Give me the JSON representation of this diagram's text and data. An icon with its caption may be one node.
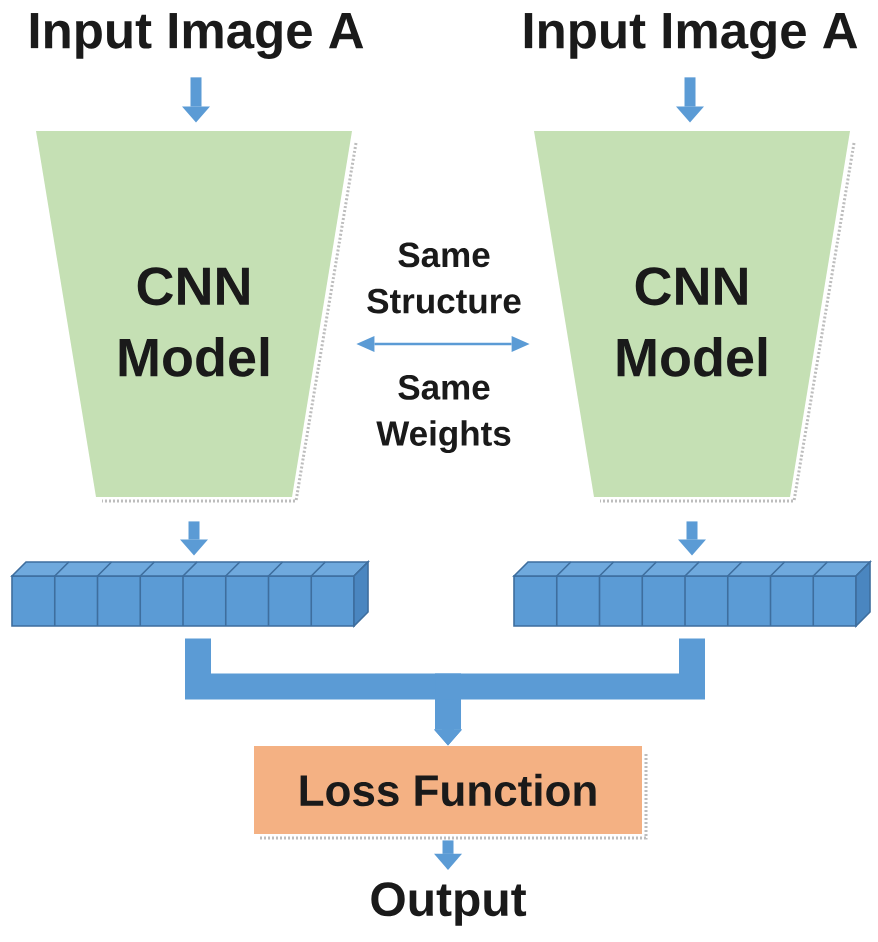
{
  "diagram": {
    "nodes": [
      {
        "text": [
          "Input Image A"
        ]
      },
      {
        "text": [
          "Input Image A"
        ]
      },
      {
        "text": [
          "CNN Model"
        ]
      },
      {
        "text": [
          "CNN Model"
        ]
      },
      {
        "text": [],
        "shape": "bar"
      },
      {
        "text": [],
        "shape": "bar"
      },
      {
        "text": [
          "Loss Function"
        ]
      },
      {
        "text": [
          "Output"
        ]
      }
    ],
    "edges": [
      {
        "from": 0,
        "to": 2,
        "arrow": "to"
      },
      {
        "from": 1,
        "to": 3,
        "arrow": "to"
      },
      {
        "from": 2,
        "to": 3,
        "arrow": "both",
        "label": "Same Structure"
      },
      {
        "from": 2,
        "to": 4,
        "arrow": "to"
      },
      {
        "from": 3,
        "to": 5,
        "arrow": "to"
      },
      {
        "from": 4,
        "to": 6,
        "arrow": "to",
        "style": "thick"
      },
      {
        "from": 5,
        "to": 6,
        "arrow": "to",
        "style": "thick"
      },
      {
        "from": 6,
        "to": 7,
        "arrow": "to"
      }
    ],
    "labels": [
      "Same Weights"
    ]
  }
}
